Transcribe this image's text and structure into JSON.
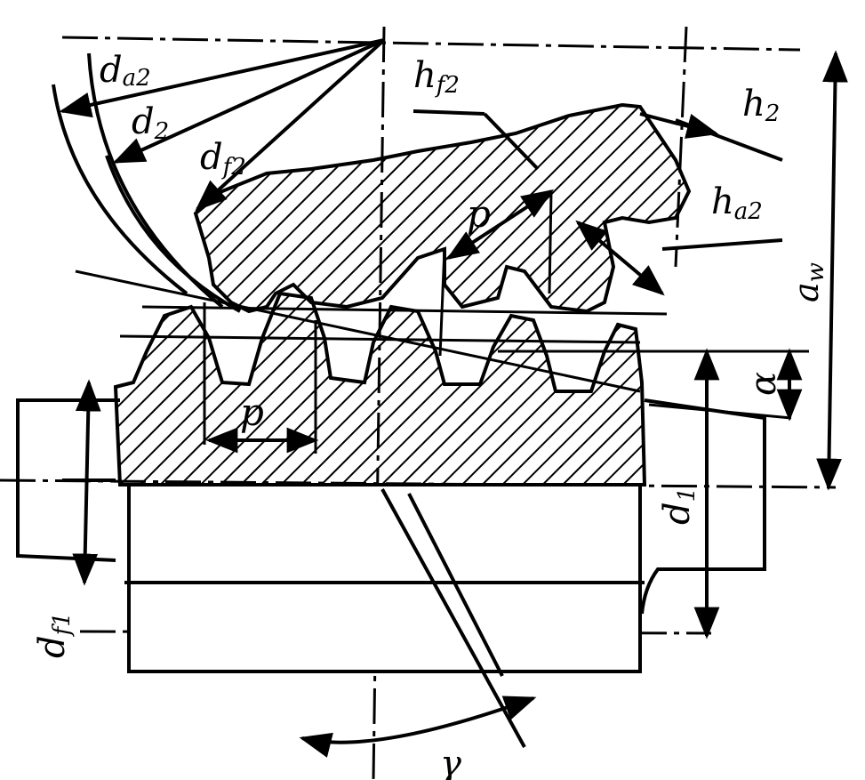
{
  "diagram": {
    "labels": {
      "d_a2": "d",
      "d_a2_sub": "a2",
      "d_2": "d",
      "d_2_sub": "2",
      "d_f2": "d",
      "d_f2_sub": "f2",
      "h_f2": "h",
      "h_f2_sub": "f2",
      "h_2": "h",
      "h_2_sub": "2",
      "h_a2": "h",
      "h_a2_sub": "a2",
      "p_upper": "p",
      "p_lower": "p",
      "a_w": "a",
      "a_w_sub": "w",
      "alpha": "α",
      "d_1": "d",
      "d_1_sub": "1",
      "d_f1": "d",
      "d_f1_sub": "f1",
      "gamma": "γ"
    }
  }
}
